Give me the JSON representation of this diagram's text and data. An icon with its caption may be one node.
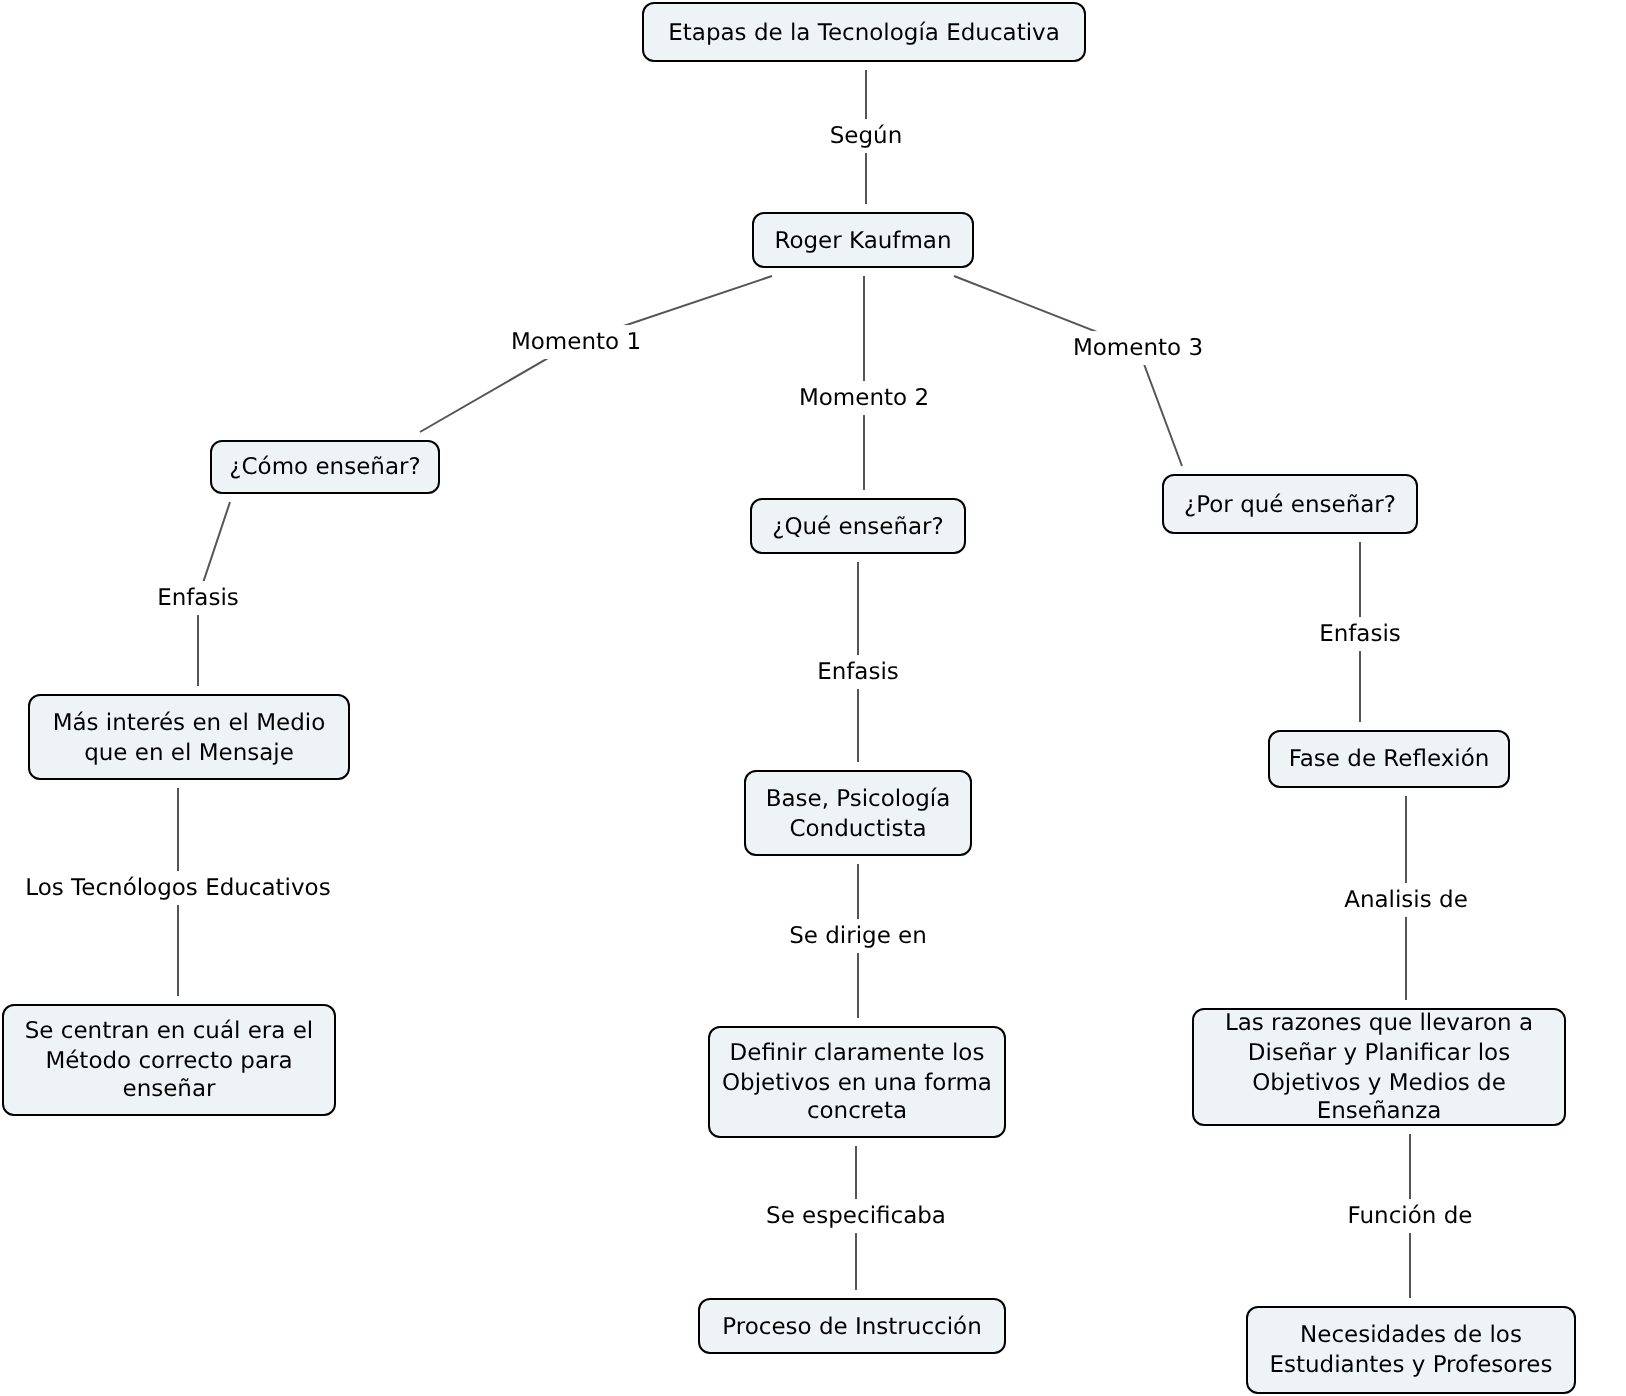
{
  "diagram": {
    "nodes": [
      {
        "text": [
          "Etapas de la Tecnología Educativa"
        ]
      },
      {
        "text": [
          "Roger Kaufman"
        ]
      },
      {
        "text": [
          "¿Cómo enseñar?"
        ]
      },
      {
        "text": [
          "¿Qué enseñar?"
        ]
      },
      {
        "text": [
          "¿Por qué enseñar?"
        ]
      },
      {
        "text": [
          "Más interés en el Medio que en el Mensaje"
        ]
      },
      {
        "text": [
          "Base, Psicología Conductista"
        ]
      },
      {
        "text": [
          "Fase de Reflexión"
        ]
      },
      {
        "text": [
          "Se centran en cuál era el Método correcto para enseñar"
        ]
      },
      {
        "text": [
          "Definir claramente los Objetivos en una forma concreta"
        ]
      },
      {
        "text": [
          "Las razones que llevaron a Diseñar y Planificar los Objetivos y Medios de Enseñanza"
        ]
      },
      {
        "text": [
          "Proceso de Instrucción"
        ]
      },
      {
        "text": [
          "Necesidades de los Estudiantes y Profesores"
        ]
      }
    ],
    "edges": [
      {
        "from": 0,
        "to": 1,
        "arrow": "none",
        "label": "Según"
      },
      {
        "from": 1,
        "to": 2,
        "arrow": "none",
        "label": "Momento 1"
      },
      {
        "from": 1,
        "to": 3,
        "arrow": "none",
        "label": "Momento 2"
      },
      {
        "from": 1,
        "to": 4,
        "arrow": "none",
        "label": "Momento 3"
      },
      {
        "from": 2,
        "to": 5,
        "arrow": "none",
        "label": "Enfasis"
      },
      {
        "from": 3,
        "to": 6,
        "arrow": "none",
        "label": "Enfasis"
      },
      {
        "from": 4,
        "to": 7,
        "arrow": "none",
        "label": "Enfasis"
      },
      {
        "from": 5,
        "to": 8,
        "arrow": "none",
        "label": "Los Tecnólogos Educativos"
      },
      {
        "from": 6,
        "to": 9,
        "arrow": "none",
        "label": "Se dirige en"
      },
      {
        "from": 7,
        "to": 10,
        "arrow": "none",
        "label": "Analisis de"
      },
      {
        "from": 9,
        "to": 11,
        "arrow": "none",
        "label": "Se especificaba"
      },
      {
        "from": 10,
        "to": 12,
        "arrow": "none",
        "label": "Función de"
      }
    ]
  }
}
